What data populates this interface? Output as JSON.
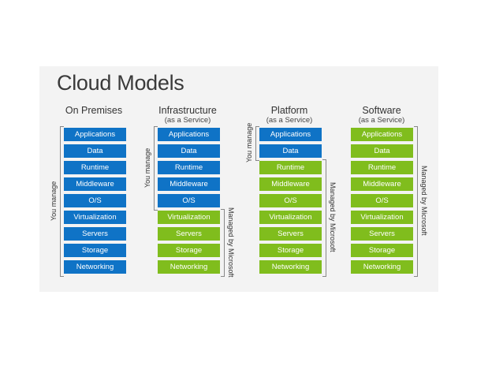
{
  "title": "Cloud Models",
  "layers": [
    "Applications",
    "Data",
    "Runtime",
    "Middleware",
    "O/S",
    "Virtualization",
    "Servers",
    "Storage",
    "Networking"
  ],
  "you_manage_label": "You manage",
  "managed_label": "Managed by Microsoft",
  "colors": {
    "you_manage": "#0f73c6",
    "managed": "#80bd1d"
  },
  "models": [
    {
      "title": "On Premises",
      "subtitle": "",
      "you_manage_count": 9
    },
    {
      "title": "Infrastructure",
      "subtitle": "(as a Service)",
      "you_manage_count": 5
    },
    {
      "title": "Platform",
      "subtitle": "(as a Service)",
      "you_manage_count": 2
    },
    {
      "title": "Software",
      "subtitle": "(as a Service)",
      "you_manage_count": 0
    }
  ]
}
